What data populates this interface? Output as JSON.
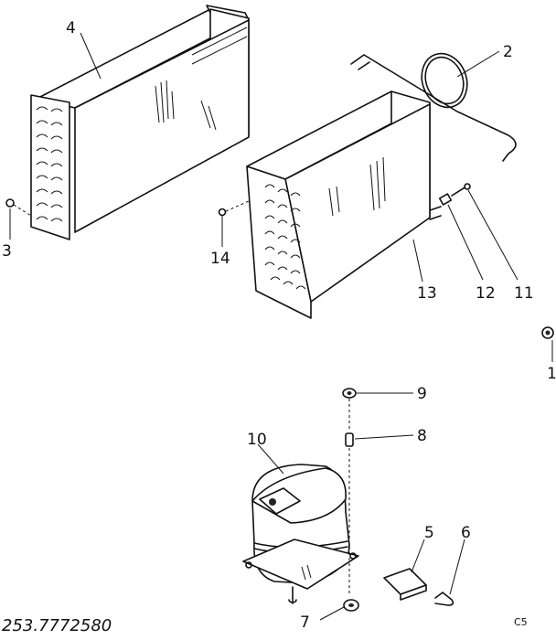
{
  "callouts": {
    "c1": "1",
    "c2": "2",
    "c3": "3",
    "c4": "4",
    "c5": "5",
    "c6": "6",
    "c7": "7",
    "c8": "8",
    "c9": "9",
    "c10": "10",
    "c11": "11",
    "c12": "12",
    "c13": "13",
    "c14": "14"
  },
  "part_number": "253.7772580",
  "page_code": "C5"
}
